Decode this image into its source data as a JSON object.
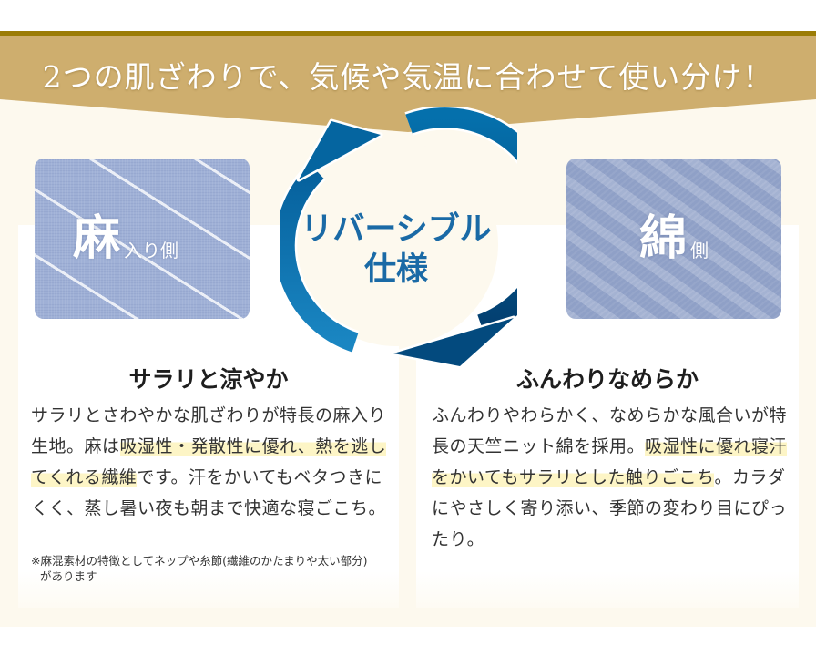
{
  "banner": {
    "title": "2つの肌ざわりで、気候や気温に合わせて使い分け！",
    "fill_color": "#ceae6e",
    "line_color": "#9b7c06"
  },
  "cycle": {
    "line1": "リバーシブル",
    "line2": "仕様",
    "color_light": "#1a82c0",
    "color_dark": "#034a7e"
  },
  "linen_side": {
    "swatch_big": "麻",
    "swatch_small": "入り側",
    "heading": "サラリと涼やか",
    "body": [
      {
        "text": "サラリとさわやかな肌ざわりが特長の麻入り生地。麻は",
        "hl": false
      },
      {
        "text": "吸湿性・発散性に優れ、熱を逃してくれる繊維",
        "hl": true
      },
      {
        "text": "です。汗をかいてもベタつきにくく、蒸し暑い夜も朝まで快適な寝ごこち。",
        "hl": false
      }
    ],
    "footnote_line1": "※麻混素材の特徴としてネップや糸節(繊維のかたまりや太い部分)",
    "footnote_line2": "があります"
  },
  "cotton_side": {
    "swatch_big": "綿",
    "swatch_small": "側",
    "heading": "ふんわりなめらか",
    "body": [
      {
        "text": "ふんわりやわらかく、なめらかな風合いが特長の天竺ニット綿を採用。",
        "hl": false
      },
      {
        "text": "吸湿性に優れ寝汗をかいてもサラリとした触りごこち",
        "hl": true
      },
      {
        "text": "。カラダにやさしく寄り添い、季節の変わり目にぴったり。",
        "hl": false
      }
    ]
  },
  "colors": {
    "cream_background": "#fdf9ee",
    "highlight": "#fdf5c6"
  }
}
